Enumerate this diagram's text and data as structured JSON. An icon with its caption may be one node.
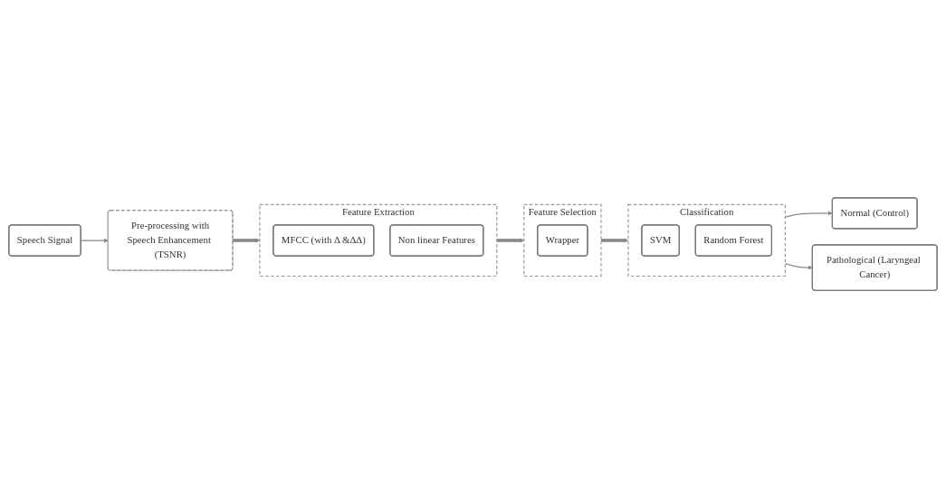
{
  "diagram": {
    "nodes": [
      {
        "text": [
          "Speech Signal"
        ]
      },
      {
        "text": [
          "Pre-processing with",
          "Speech Enhancement (TSNR)"
        ]
      },
      {
        "text": [
          "Feature Extraction"
        ]
      },
      {
        "text": [
          "MFCC (with Δ &ΔΔ)"
        ],
        "in": 2
      },
      {
        "text": [
          "Non linear Features"
        ],
        "in": 2
      },
      {
        "text": [
          "Feature Selection"
        ]
      },
      {
        "text": [
          "Wrapper"
        ],
        "in": 5
      },
      {
        "text": [
          "Classification"
        ]
      },
      {
        "text": [
          "SVM"
        ],
        "in": 7
      },
      {
        "text": [
          "Random Forest"
        ],
        "in": 7
      },
      {
        "text": [
          "Normal (Control)"
        ]
      },
      {
        "text": [
          "Pathological (Laryngeal Cancer)"
        ]
      }
    ],
    "edges": [
      {
        "from": 0,
        "to": 1,
        "arrow": "to"
      },
      {
        "from": 1,
        "to": 2,
        "arrow": "to",
        "style": "thick"
      },
      {
        "from": 2,
        "to": 5,
        "arrow": "to",
        "style": "thick"
      },
      {
        "from": 5,
        "to": 7,
        "arrow": "to",
        "style": "thick"
      },
      {
        "from": 7,
        "to": 10,
        "arrow": "to"
      },
      {
        "from": 7,
        "to": 11,
        "arrow": "to"
      }
    ]
  }
}
